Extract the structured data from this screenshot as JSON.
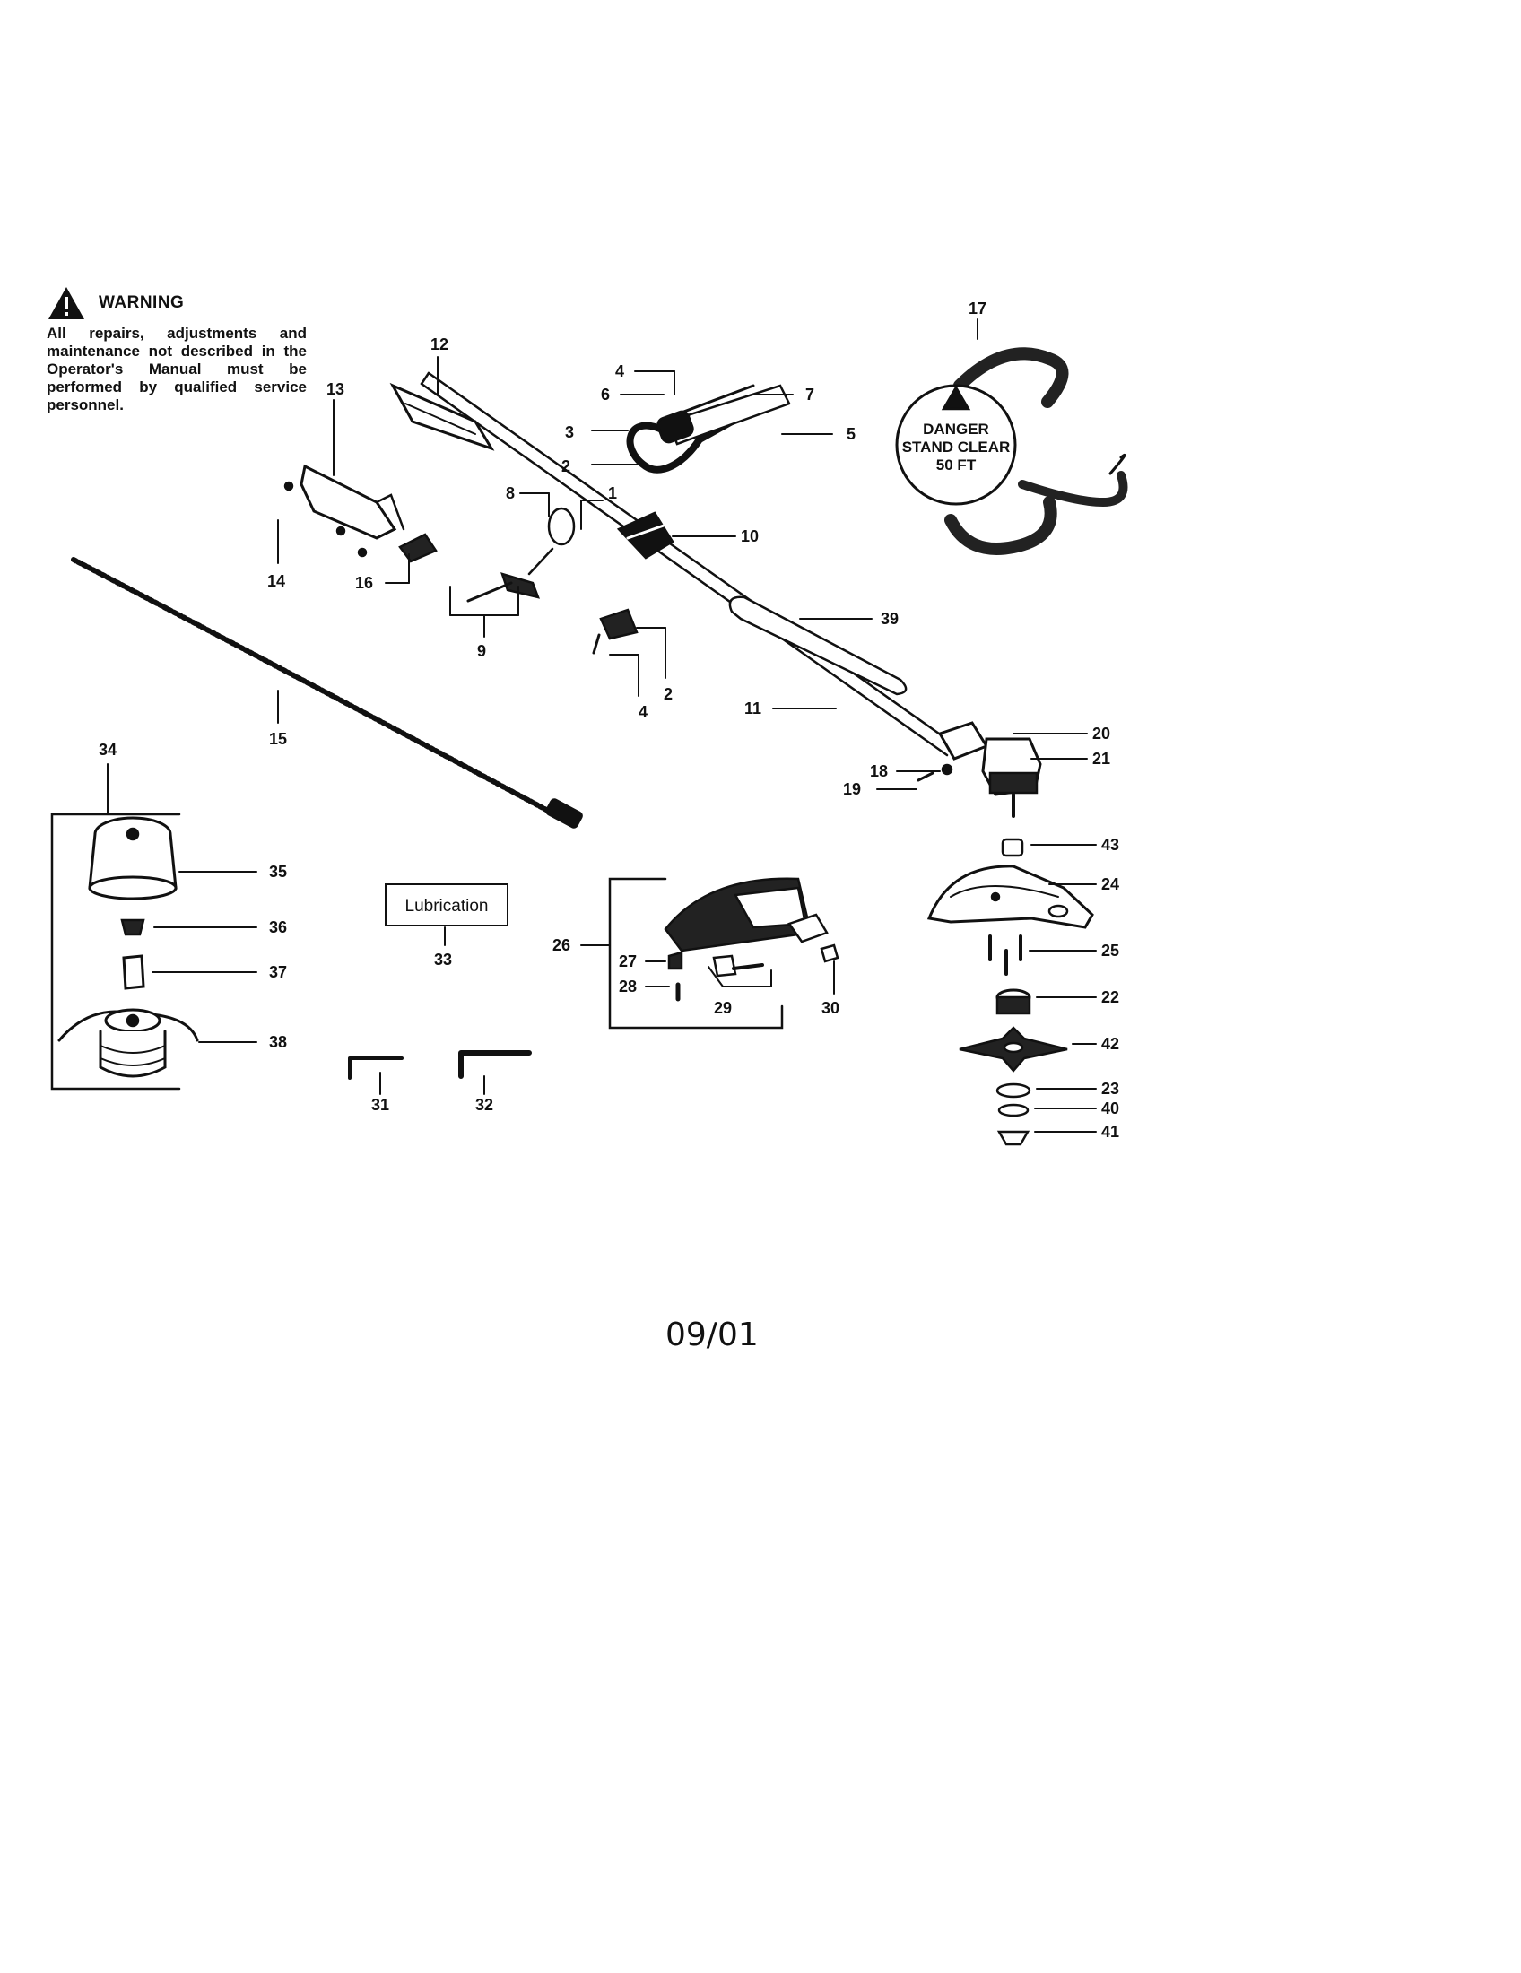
{
  "warning": {
    "title": "WARNING",
    "text": "All repairs, adjustments and maintenance not described in the Operator's Manual must be performed by qualified service personnel."
  },
  "harness_decal": {
    "line1": "DANGER",
    "line2": "STAND CLEAR",
    "line3": "50 FT"
  },
  "lubrication_label": "Lubrication",
  "footer_date": "09/01",
  "part_numbers": [
    "1",
    "2",
    "3",
    "4",
    "5",
    "6",
    "7",
    "8",
    "9",
    "10",
    "11",
    "12",
    "13",
    "14",
    "15",
    "16",
    "17",
    "18",
    "19",
    "20",
    "21",
    "22",
    "23",
    "24",
    "25",
    "26",
    "27",
    "28",
    "29",
    "30",
    "31",
    "32",
    "33",
    "34",
    "35",
    "36",
    "37",
    "38",
    "39",
    "40",
    "41",
    "42",
    "43"
  ],
  "callouts": {
    "p4a": "4",
    "p6": "6",
    "p7": "7",
    "p3": "3",
    "p5": "5",
    "p2a": "2",
    "p12": "12",
    "p13": "13",
    "p8": "8",
    "p1": "1",
    "p10": "10",
    "p14": "14",
    "p16": "16",
    "p9": "9",
    "p39": "39",
    "p2b": "2",
    "p4b": "4",
    "p15": "15",
    "p11": "11",
    "p17": "17",
    "p20": "20",
    "p21": "21",
    "p18": "18",
    "p19": "19",
    "p43": "43",
    "p24": "24",
    "p25": "25",
    "p22": "22",
    "p42": "42",
    "p23": "23",
    "p40": "40",
    "p41": "41",
    "p34": "34",
    "p35": "35",
    "p36": "36",
    "p37": "37",
    "p38": "38",
    "p33": "33",
    "p26": "26",
    "p27": "27",
    "p28": "28",
    "p29": "29",
    "p30": "30",
    "p31": "31",
    "p32": "32"
  }
}
